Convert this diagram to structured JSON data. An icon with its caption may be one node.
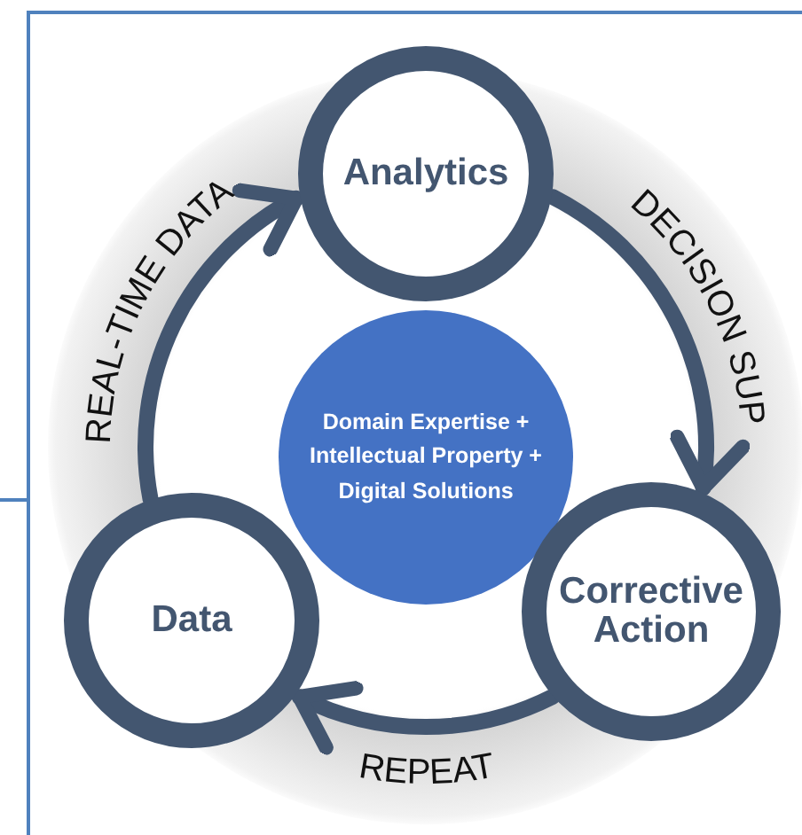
{
  "diagram": {
    "nodes": [
      {
        "text": [
          "Analytics"
        ]
      },
      {
        "text": [
          "Domain Expertise + Intellectual Property + Digital Solutions"
        ]
      },
      {
        "text": [
          "Data"
        ]
      },
      {
        "text": [
          "Corrective Action"
        ]
      }
    ],
    "edges": [
      {
        "from": 2,
        "to": 0,
        "arrow": "to",
        "label": "REAL-TIME DATA"
      },
      {
        "from": 0,
        "to": 3,
        "arrow": "to",
        "label": "DECISION SUP"
      },
      {
        "from": 3,
        "to": 2,
        "arrow": "to",
        "label": "REPEAT"
      }
    ]
  }
}
